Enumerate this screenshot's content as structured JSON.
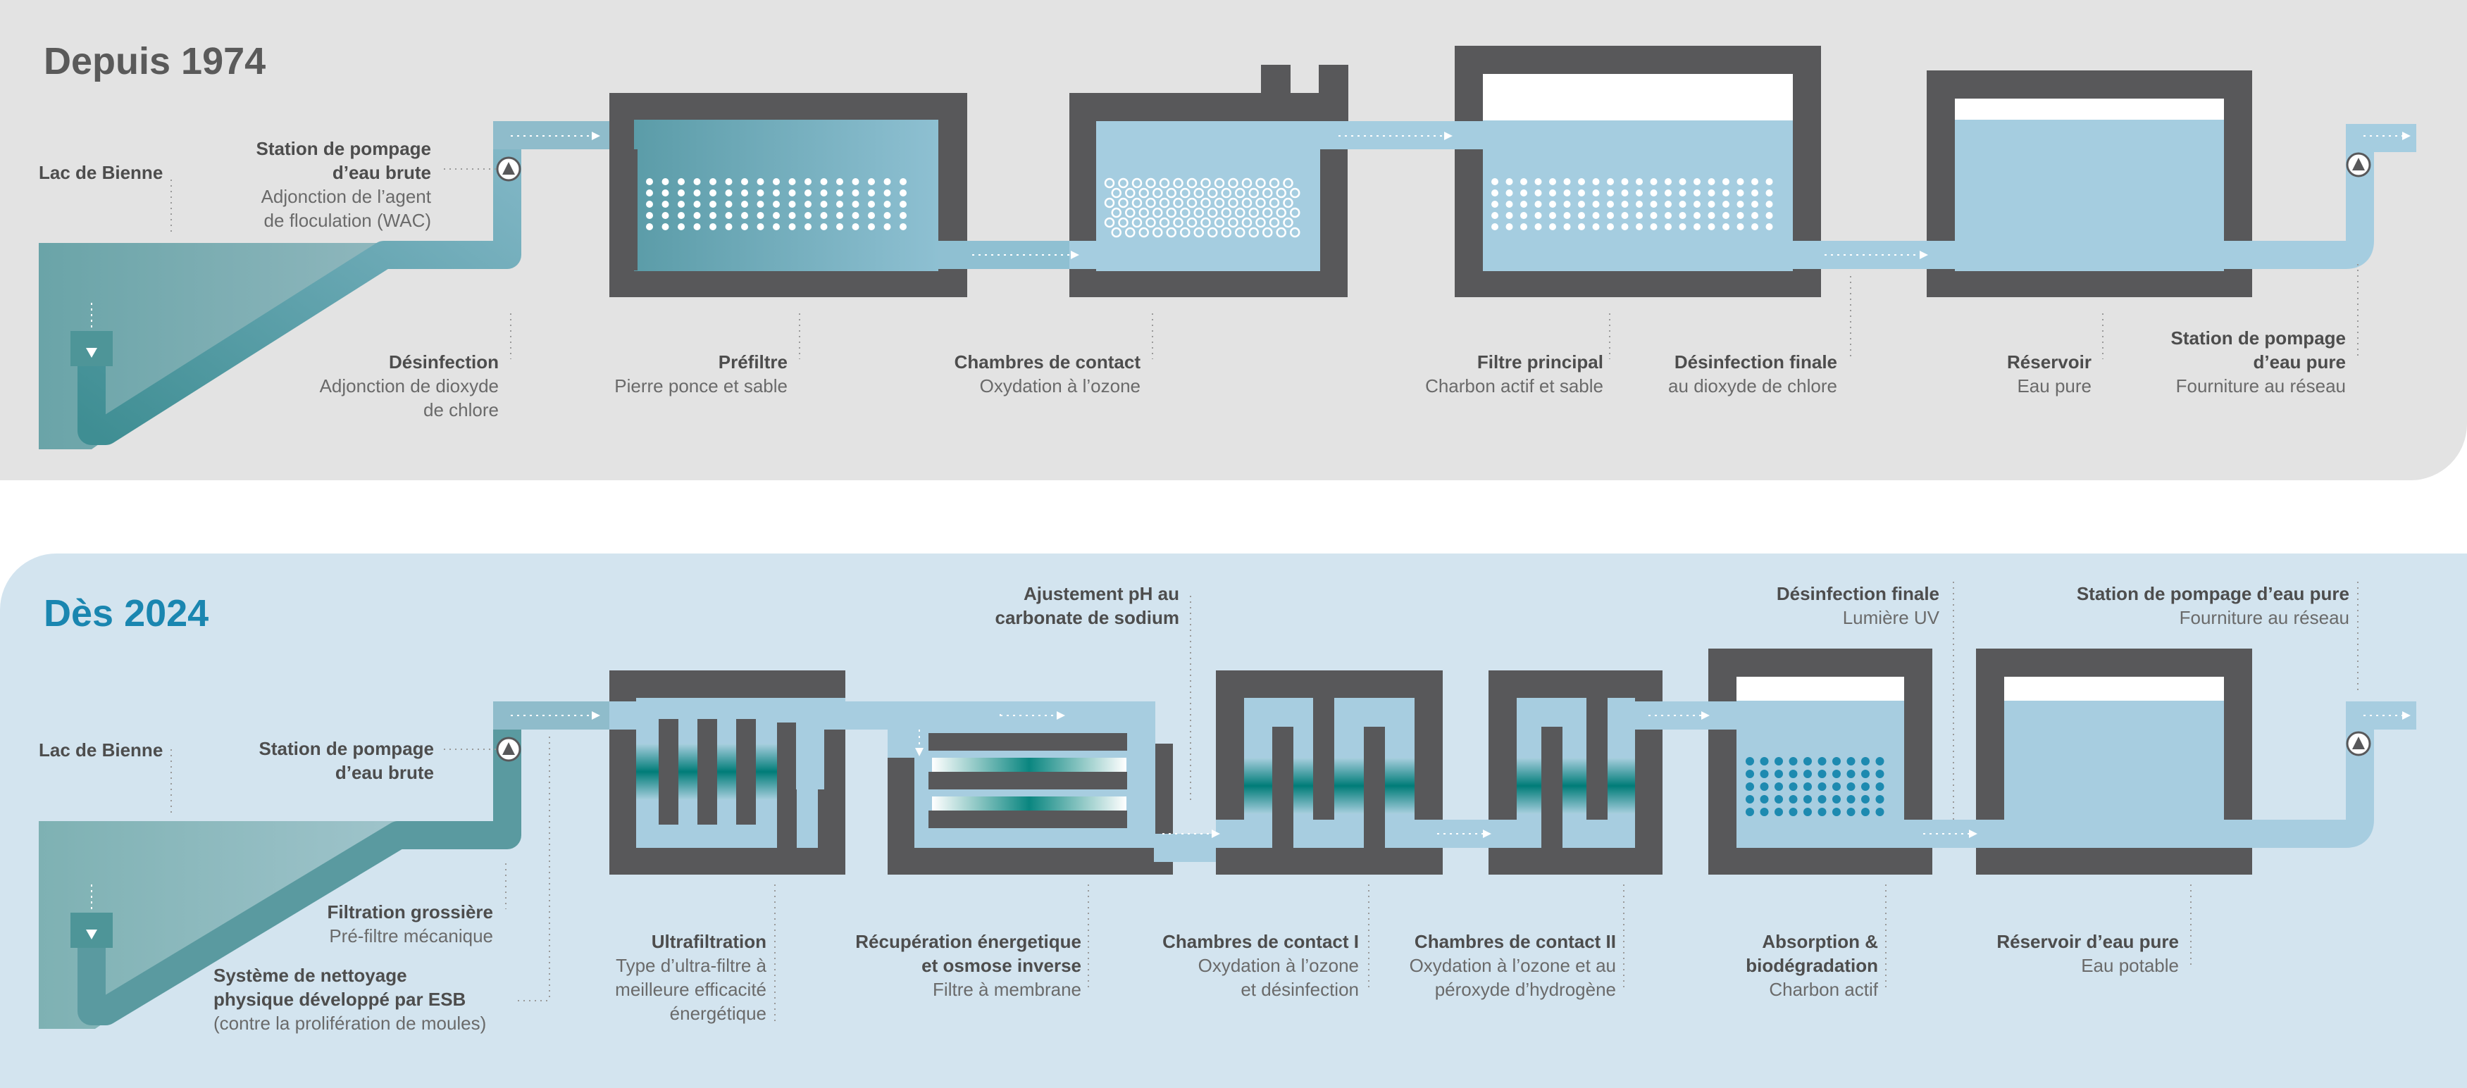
{
  "colors": {
    "top_bg": "#e3e3e3",
    "bottom_bg": "#d3e4ef",
    "wall": "#58585a",
    "water_light": "#a7cde0",
    "water_teal": "#5a9aa6",
    "accent_title": "#1a86b0",
    "dots_teal": "#1d8ab0",
    "deep_teal": "#007c78"
  },
  "top": {
    "title": "Depuis 1974",
    "lake": "Lac de Bienne",
    "pump_raw": {
      "title": [
        "Station de pompage",
        "d’eau brute"
      ],
      "sub": [
        "Adjonction de l’agent",
        "de floculation (WAC)"
      ]
    },
    "disinfection": {
      "title": "Désinfection",
      "sub": [
        "Adjonction de dioxyde",
        "de chlore"
      ]
    },
    "prefilter": {
      "title": "Préfiltre",
      "sub": "Pierre ponce et sable"
    },
    "contact": {
      "title": "Chambres de contact",
      "sub": "Oxydation à l’ozone"
    },
    "main_filter": {
      "title": "Filtre principal",
      "sub": "Charbon actif et sable"
    },
    "final_disinfection": {
      "title": "Désinfection finale",
      "sub": "au dioxyde de chlore"
    },
    "reservoir": {
      "title": "Réservoir",
      "sub": "Eau pure"
    },
    "pump_pure": {
      "title": [
        "Station de pompage",
        "d’eau pure"
      ],
      "sub": "Fourniture au réseau"
    },
    "icons": [
      "pump-icon",
      "flow-arrow-icon"
    ]
  },
  "bottom": {
    "title": "Dès 2024",
    "lake": "Lac de Bienne",
    "pump_raw": {
      "title": [
        "Station de pompage",
        "d’eau brute"
      ]
    },
    "coarse_filtration": {
      "title": "Filtration grossière",
      "sub": "Pré-filtre mécanique"
    },
    "cleaning": {
      "title": [
        "Système de nettoyage",
        "physique développé par ESB"
      ],
      "sub": "(contre la prolifération de moules)"
    },
    "ultrafiltration": {
      "title": "Ultrafiltration",
      "sub": [
        "Type d’ultra-filtre à",
        "meilleure efficacité",
        "énergétique"
      ]
    },
    "recovery": {
      "title": [
        "Récupération énergetique",
        "et osmose inverse"
      ],
      "sub": "Filtre à membrane"
    },
    "ph_adjust": {
      "title": [
        "Ajustement pH au",
        "carbonate de sodium"
      ]
    },
    "contact1": {
      "title": "Chambres de contact I",
      "sub": [
        "Oxydation à l’ozone",
        "et désinfection"
      ]
    },
    "contact2": {
      "title": "Chambres de contact II",
      "sub": [
        "Oxydation à l’ozone et au",
        "péroxyde d’hydrogène"
      ]
    },
    "absorption": {
      "title": [
        "Absorption &",
        "biodégradation"
      ],
      "sub": "Charbon actif"
    },
    "final_disinfection": {
      "title": "Désinfection finale",
      "sub": "Lumière UV"
    },
    "reservoir": {
      "title": "Réservoir d’eau pure",
      "sub": "Eau potable"
    },
    "pump_pure": {
      "title": "Station de pompage d’eau pure",
      "sub": "Fourniture au réseau"
    }
  }
}
